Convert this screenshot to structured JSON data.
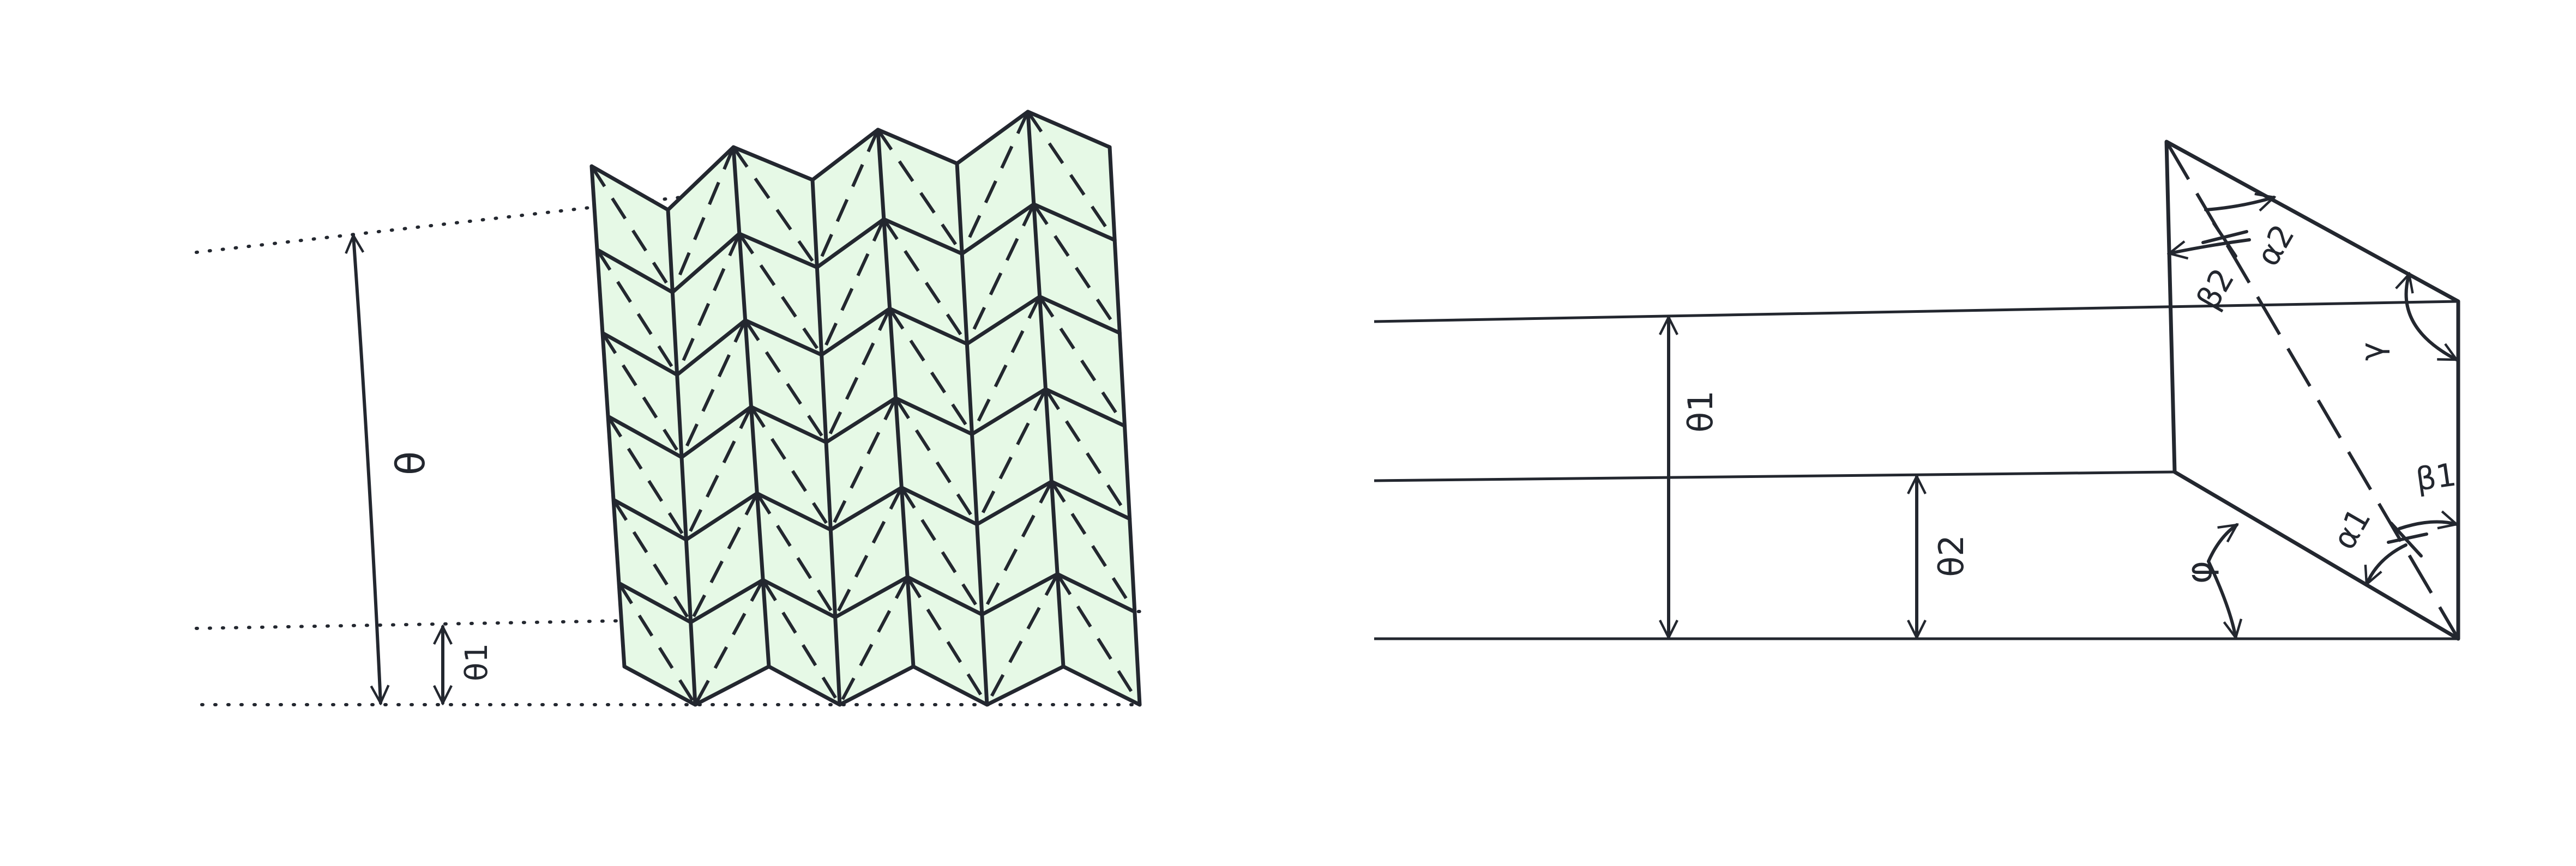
{
  "colors": {
    "panel_fill": "#e6f9e6",
    "line": "#23272f",
    "background": "#ffffff"
  },
  "left_figure": {
    "label_theta": "θ",
    "label_theta1": "θ1"
  },
  "right_figure": {
    "label_theta1": "θ1",
    "label_theta2": "θ2",
    "label_phi": "φ",
    "label_gamma": "γ",
    "label_alpha1": "α1",
    "label_beta1": "β1",
    "label_alpha2": "α2",
    "label_beta2": "β2"
  }
}
